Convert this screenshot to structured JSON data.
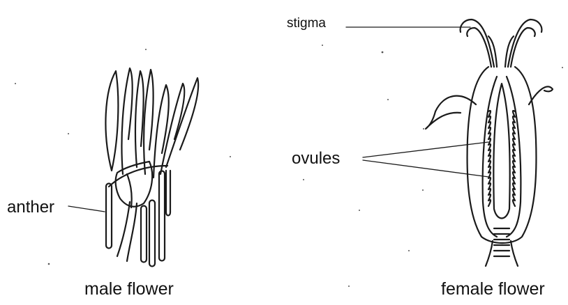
{
  "labels": {
    "anther": "anther",
    "ovules": "ovules",
    "stigma": "stigma"
  },
  "captions": {
    "male": "male flower",
    "female": "female flower"
  }
}
